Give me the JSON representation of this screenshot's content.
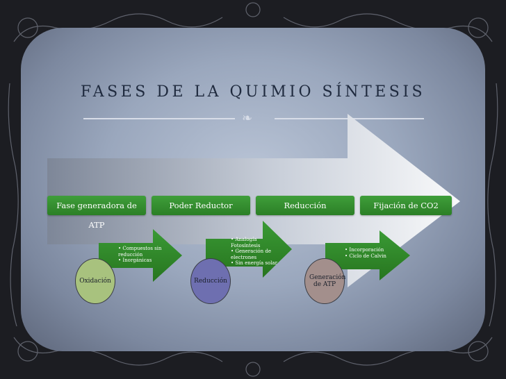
{
  "title": "Fases de la quimio síntesis",
  "phases": [
    "Fase generadora de ATP",
    "Poder Reductor",
    "Reducción",
    "Fijación de CO2"
  ],
  "arrows": [
    {
      "items": [
        "Compuestos sin reducción",
        "Inorgánicas"
      ]
    },
    {
      "items": [
        "Analogía Fotosíntesis",
        "Generación de electrones",
        "Sin energía solar"
      ]
    },
    {
      "items": [
        "Incorporación",
        "Ciclo de Calvin"
      ]
    }
  ],
  "circles": [
    {
      "label": "Oxidación",
      "color": "#a8c27e"
    },
    {
      "label": "Reducción",
      "color": "#6e6fb0"
    },
    {
      "label": "Generación de ATP",
      "color": "#a38f8c"
    }
  ],
  "colors": {
    "phase_box": "#3a9a35",
    "small_arrow": "#2e8b2a",
    "big_arrow_light": "#ffffff",
    "big_arrow_dark": "#7d8697",
    "title": "#1f2a3e"
  }
}
